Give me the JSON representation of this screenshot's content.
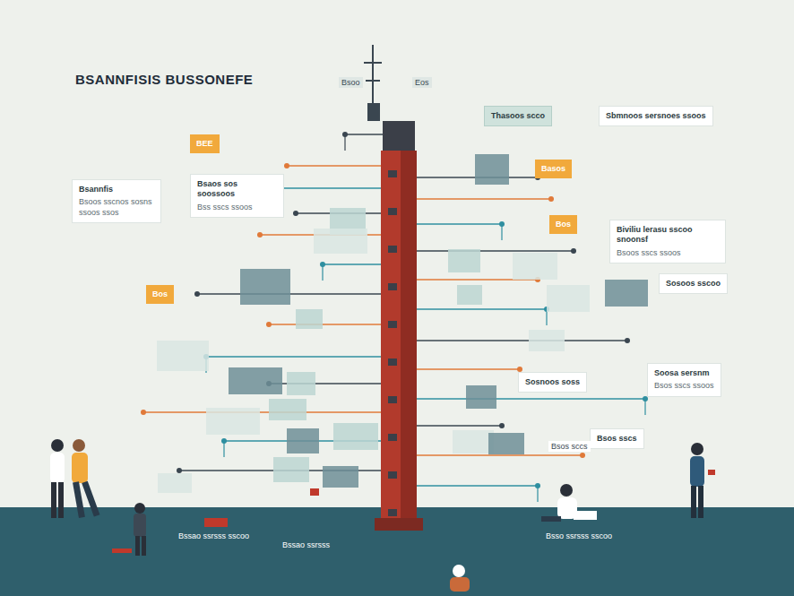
{
  "diagram": {
    "title": "BSANNFISIS BUSSONEFE",
    "nodes": [
      {
        "text": [
          "BEE"
        ]
      },
      {
        "text": [
          "Bsaos sos soossoos",
          "Bss sscs ssoos"
        ]
      },
      {
        "text": [
          "Thasoos scco"
        ]
      },
      {
        "text": [
          "Sbmnoos sersnoes ssoos"
        ]
      },
      {
        "text": [
          "Basos"
        ]
      },
      {
        "text": [
          "Bsannfis",
          "Bsoos sscnos sosns ssoos ssos"
        ]
      },
      {
        "text": [
          "Bos"
        ]
      },
      {
        "text": [
          "Biviliu lerasu sscoo snoonsf",
          "Bsoos sscs ssoos"
        ]
      },
      {
        "text": [
          "Bos"
        ]
      },
      {
        "text": [
          "Sosoos sscoo"
        ]
      },
      {
        "text": [
          "Soosa sersnm",
          "Bsos sscs ssoos"
        ]
      },
      {
        "text": [
          "Sosnoos soss"
        ]
      },
      {
        "text": [
          "Bsos sscs"
        ]
      }
    ],
    "labels": [
      "Bsoo",
      "Eos",
      "Bssao ssrsss sscoo",
      "Bssao ssrsss",
      "Bsso ssrsss sscoo",
      "Bsos sccs"
    ]
  }
}
